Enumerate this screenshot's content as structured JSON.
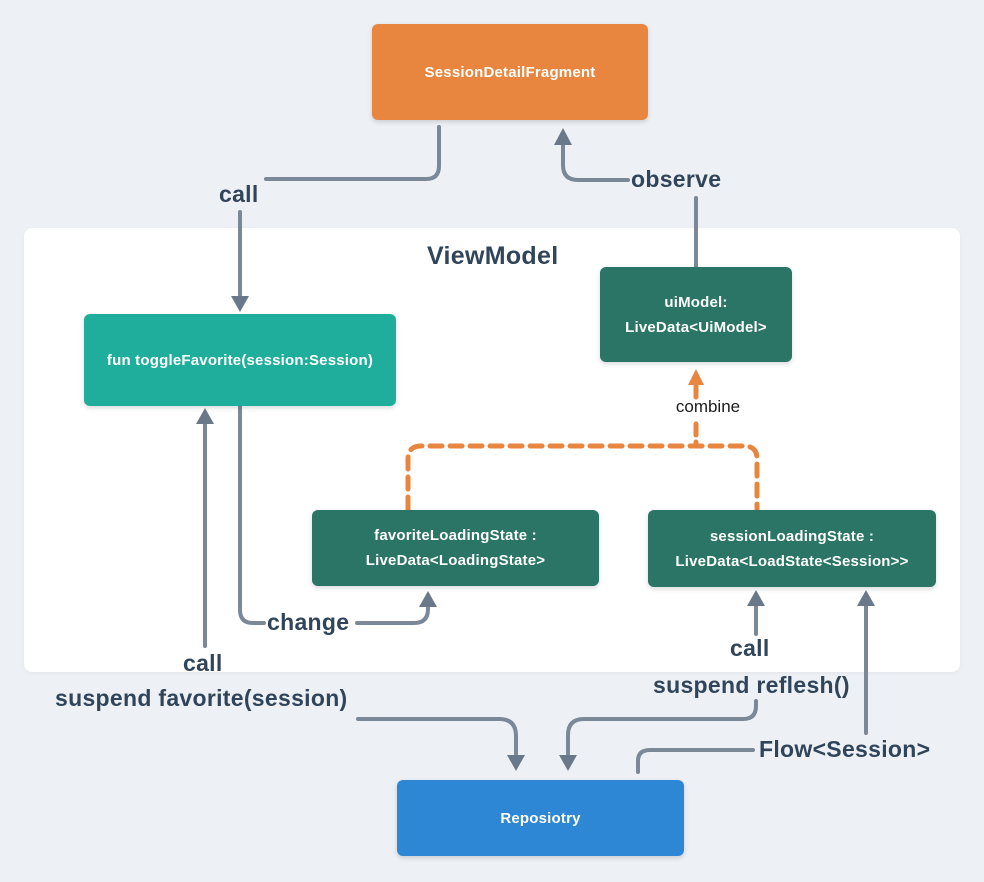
{
  "diagram": {
    "panel_title": "ViewModel",
    "nodes": {
      "fragment": {
        "label": "SessionDetailFragment"
      },
      "toggle_favorite": {
        "label": "fun toggleFavorite(session:Session)"
      },
      "ui_model": {
        "line1": "uiModel:",
        "line2": "LiveData<UiModel>"
      },
      "favorite_loading": {
        "line1": "favoriteLoadingState :",
        "line2": "LiveData<LoadingState>"
      },
      "session_loading": {
        "line1": "sessionLoadingState :",
        "line2": "LiveData<LoadState<Session>>"
      },
      "repository": {
        "label": "Reposiotry"
      }
    },
    "edge_labels": {
      "call_top": "call",
      "observe": "observe",
      "combine": "combine",
      "change": "change",
      "call_left": "call",
      "suspend_favorite": "suspend favorite(session)",
      "call_right": "call",
      "suspend_reflesh": "suspend reflesh()",
      "flow_session": "Flow<Session>"
    },
    "colors": {
      "background": "#EDF1F5",
      "panel": "#FFFFFF",
      "fragment_box": "#E8853E",
      "method_box": "#1FAE9B",
      "livedata_box": "#2A7565",
      "repository_box": "#2E87D5",
      "connector_gray": "#7A8897",
      "arrowhead_gray": "#69798A",
      "combine_connector_orange": "#E8853E",
      "label_text": "#31455A"
    }
  }
}
